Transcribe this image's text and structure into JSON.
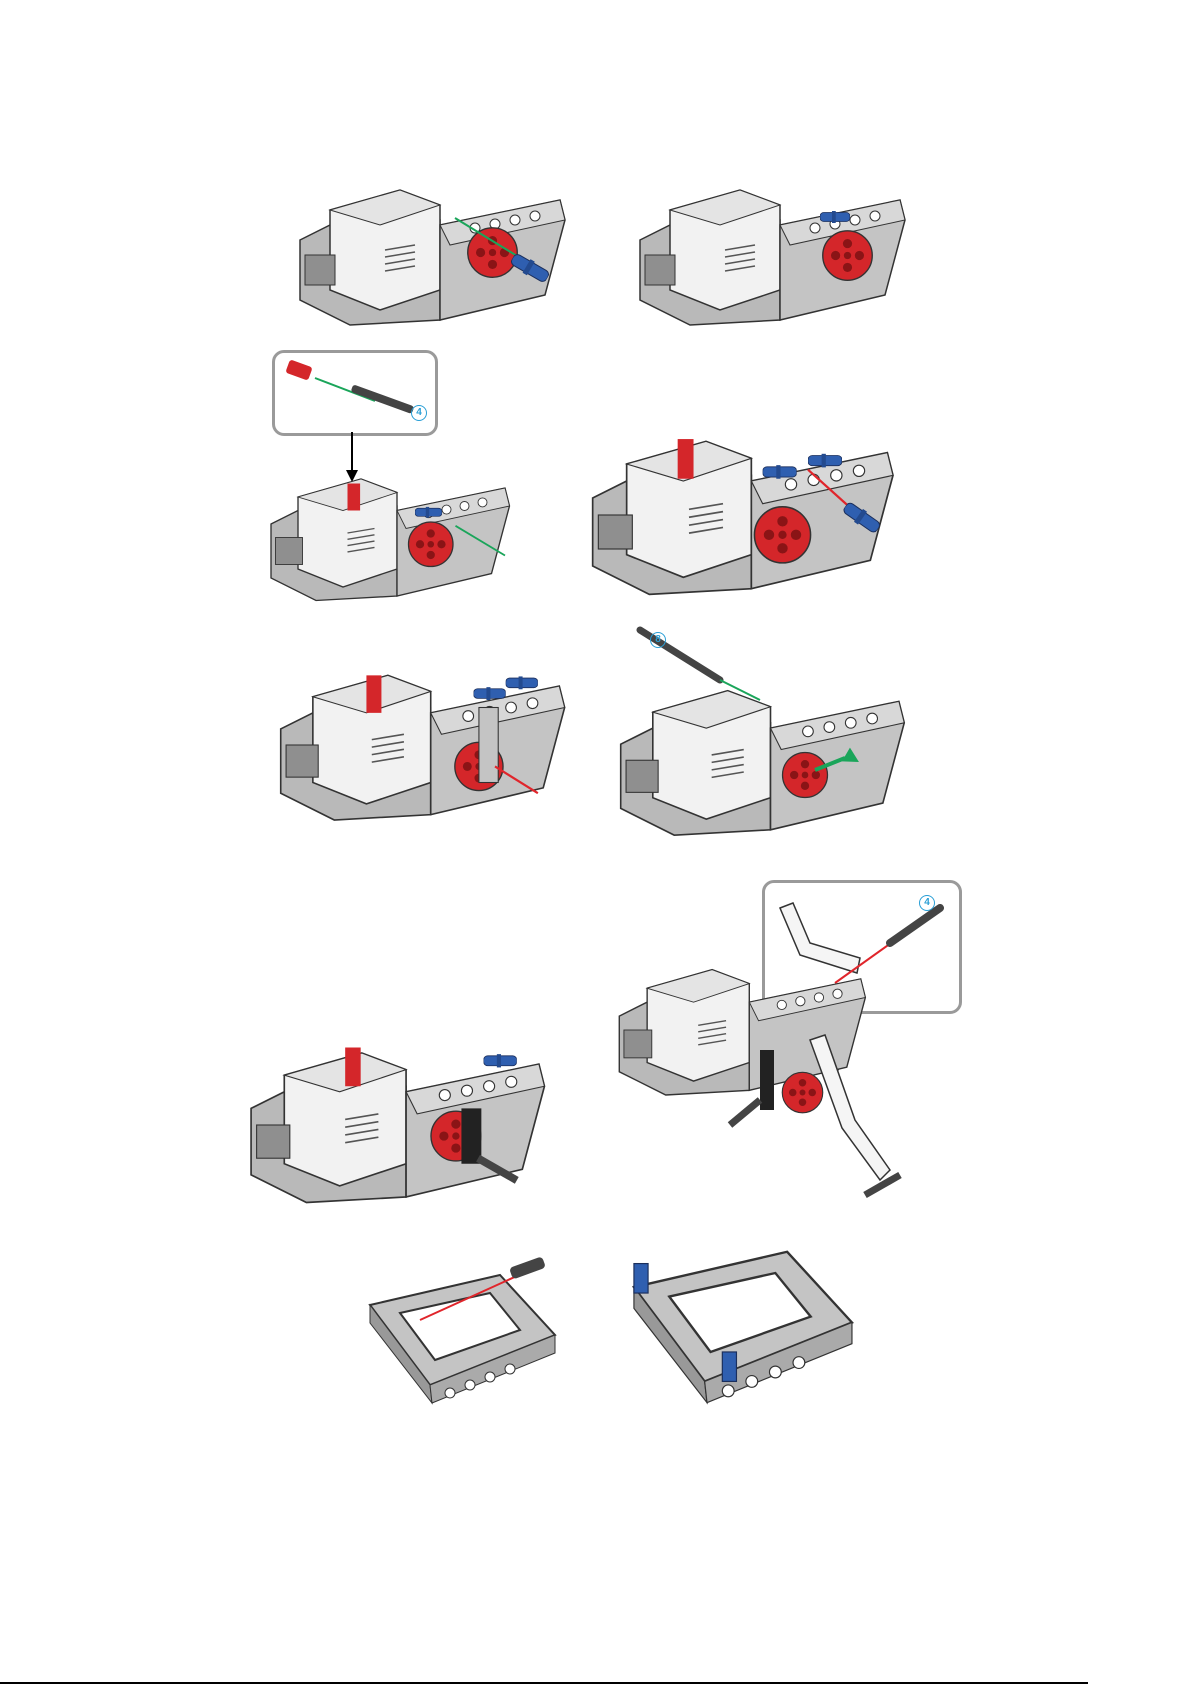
{
  "callouts": [
    {
      "quantity": "4"
    },
    {
      "quantity": "4"
    }
  ],
  "steps": [
    {
      "axle_length": "8"
    }
  ],
  "colors": {
    "motor_gray": "#b9b9b9",
    "motor_white": "#f2f2f2",
    "hub_red": "#d4262a",
    "pin_blue": "#2f5fb0",
    "arrow_green": "#1aa55a",
    "arrow_red": "#e0252b",
    "callout_border": "#9a9a9a"
  }
}
